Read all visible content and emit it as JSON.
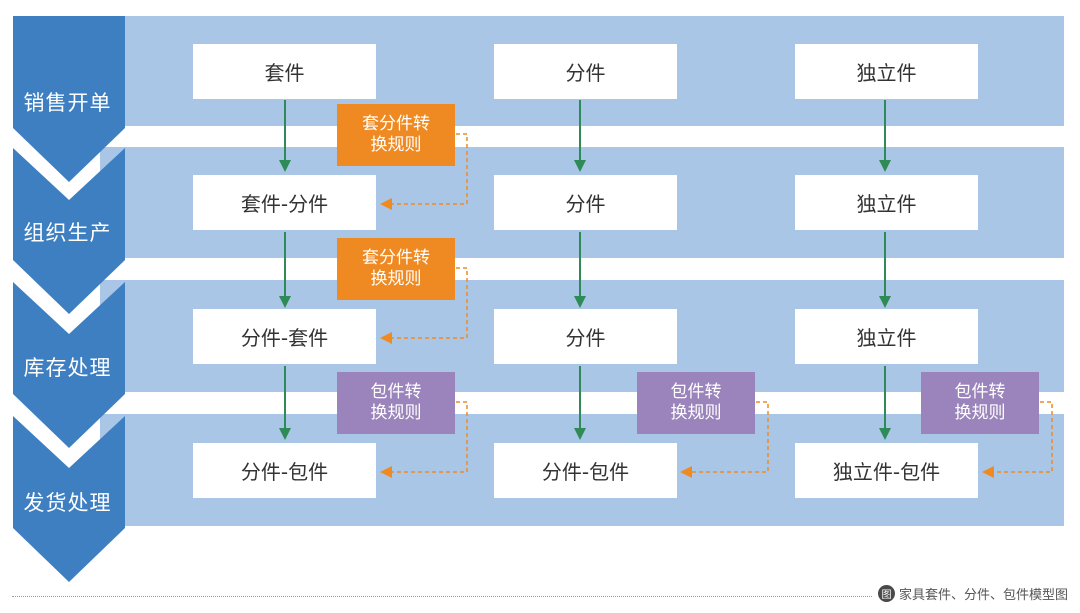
{
  "colors": {
    "band": "#a9c6e6",
    "chevron": "#3e7fc2",
    "box": "#ffffff",
    "green_arrow": "#2e8b57",
    "orange_rule": "#ef8a22",
    "purple_rule": "#9b84bb",
    "dashed_arrow": "#ef8a22"
  },
  "stages": [
    "销售开单",
    "组织生产",
    "库存处理",
    "发货处理"
  ],
  "rows": [
    [
      "套件",
      "分件",
      "独立件"
    ],
    [
      "套件-分件",
      "分件",
      "独立件"
    ],
    [
      "分件-套件",
      "分件",
      "独立件"
    ],
    [
      "分件-包件",
      "分件-包件",
      "独立件-包件"
    ]
  ],
  "rules": {
    "row1": "套分件转\n换规则",
    "row2": "套分件转\n换规则",
    "row3": [
      "包件转\n换规则",
      "包件转\n换规则",
      "包件转\n换规则"
    ]
  },
  "caption": {
    "icon": "图",
    "text": "家具套件、分件、包件模型图"
  }
}
